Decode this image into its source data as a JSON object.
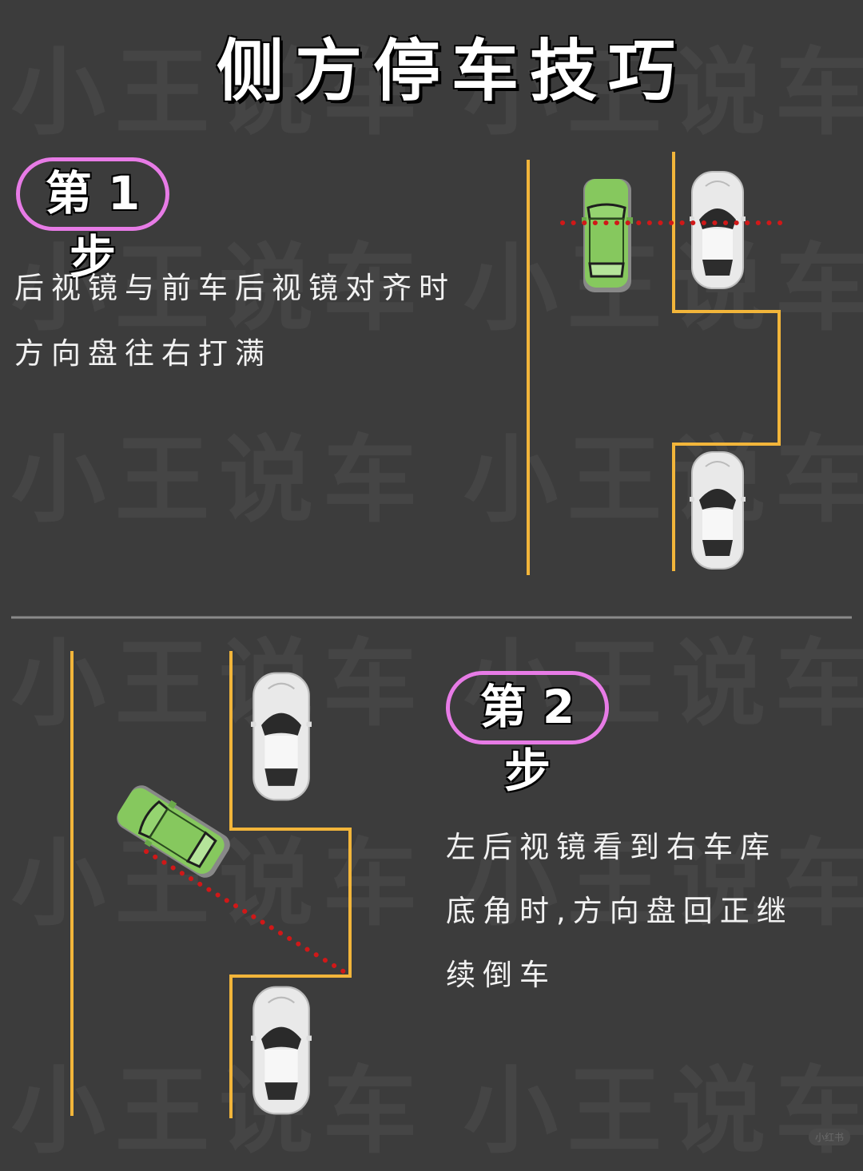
{
  "title": "侧方停车技巧",
  "watermark": "小王说车",
  "step1": {
    "label": "第 1 步",
    "lines": [
      "后视镜与前车后视镜对齐时",
      "方向盘往右打满"
    ]
  },
  "step2": {
    "label": "第 2 步",
    "lines": [
      "左后视镜看到右车库",
      "底角时,方向盘回正继",
      "续倒车"
    ]
  },
  "platform_badge": "小红书",
  "colors": {
    "background": "#3c3c3c",
    "lane": "#f2b53a",
    "highlight": "#e77be6",
    "guide": "#d01818",
    "own_car": "#7fc25a",
    "other_car": "#e8e8e8"
  }
}
